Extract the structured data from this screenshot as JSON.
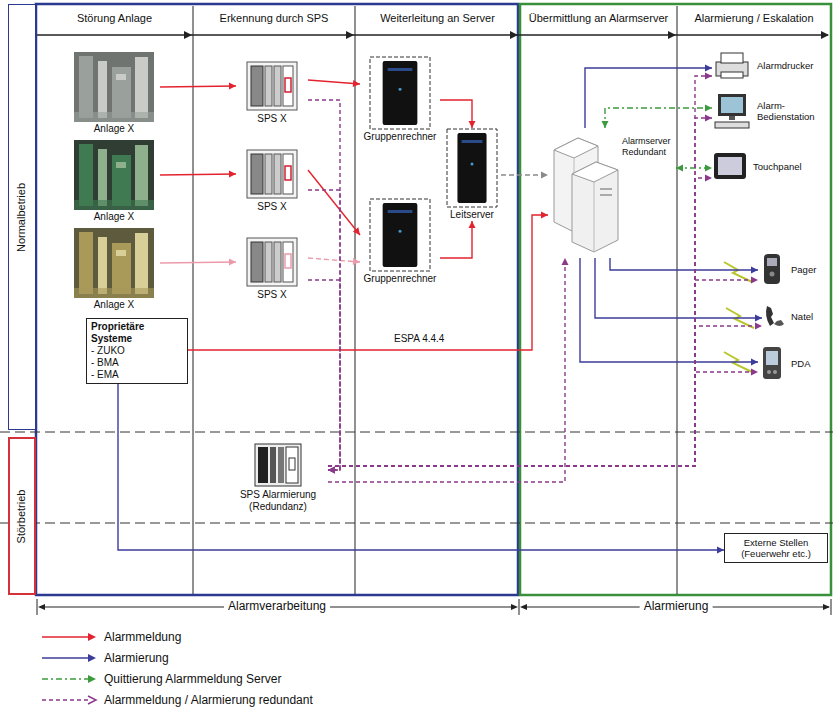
{
  "diagram": {
    "nodes": [
      {
        "text": [
          "Normalbetrieb"
        ]
      },
      {
        "text": [
          "Störbetrieb"
        ]
      },
      {
        "text": [
          "Anlage X"
        ]
      },
      {
        "text": [
          "Anlage X"
        ]
      },
      {
        "text": [
          "Anlage X"
        ]
      },
      {
        "text": [
          "SPS X"
        ]
      },
      {
        "text": [
          "SPS X"
        ]
      },
      {
        "text": [
          "SPS X"
        ]
      },
      {
        "text": [
          "Gruppenrechner"
        ]
      },
      {
        "text": [
          "Gruppenrechner"
        ]
      },
      {
        "text": [
          "Leitserver"
        ]
      },
      {
        "text": [
          "Proprietäre Systeme",
          "- ZUKO",
          "- BMA",
          "- EMA"
        ]
      },
      {
        "text": [
          "SPS Alarmierung (Redundanz)"
        ]
      },
      {
        "text": [
          "Alarmserver Redundant"
        ]
      },
      {
        "text": [
          "Alarmdrucker"
        ]
      },
      {
        "text": [
          "Alarm- Bedienstation"
        ]
      },
      {
        "text": [
          "Touchpanel"
        ]
      },
      {
        "text": [
          "Pager"
        ]
      },
      {
        "text": [
          "Natel"
        ]
      },
      {
        "text": [
          "PDA"
        ]
      },
      {
        "text": [
          "Externe Stellen (Feuerwehr etc.)"
        ]
      }
    ],
    "edges": [
      {
        "from": 2,
        "to": 5,
        "arrow": "to"
      },
      {
        "from": 3,
        "to": 6,
        "arrow": "to"
      },
      {
        "from": 4,
        "to": 7,
        "arrow": "to"
      },
      {
        "from": 5,
        "to": 8,
        "arrow": "to"
      },
      {
        "from": 6,
        "to": 9,
        "arrow": "to"
      },
      {
        "from": 7,
        "to": 9,
        "arrow": "to"
      },
      {
        "from": 8,
        "to": 10,
        "arrow": "to"
      },
      {
        "from": 9,
        "to": 10,
        "arrow": "to"
      },
      {
        "from": 10,
        "to": 13,
        "arrow": "to"
      },
      {
        "from": 11,
        "to": 13,
        "label": "ESPA 4.4.4",
        "arrow": "to"
      },
      {
        "from": 11,
        "to": 20,
        "arrow": "to"
      },
      {
        "from": 5,
        "to": 12,
        "arrow": "to"
      },
      {
        "from": 6,
        "to": 12,
        "arrow": "to"
      },
      {
        "from": 7,
        "to": 12,
        "arrow": "to"
      },
      {
        "from": 12,
        "to": 13,
        "arrow": "to"
      },
      {
        "from": 13,
        "to": 14,
        "arrow": "to"
      },
      {
        "from": 13,
        "to": 15,
        "arrow": "both"
      },
      {
        "from": 13,
        "to": 16,
        "arrow": "both"
      },
      {
        "from": 13,
        "to": 17,
        "arrow": "to"
      },
      {
        "from": 13,
        "to": 18,
        "arrow": "to"
      },
      {
        "from": 13,
        "to": 19,
        "arrow": "to"
      },
      {
        "from": 12,
        "to": 14,
        "arrow": "to"
      },
      {
        "from": 12,
        "to": 15,
        "arrow": "to"
      },
      {
        "from": 12,
        "to": 16,
        "arrow": "to"
      },
      {
        "from": 12,
        "to": 17,
        "arrow": "to"
      },
      {
        "from": 12,
        "to": 18,
        "arrow": "to"
      },
      {
        "from": 12,
        "to": 19,
        "arrow": "to"
      }
    ],
    "labels": [
      "Störung Anlage",
      "Erkennung durch SPS",
      "Weiterleitung an Server",
      "Übermittlung an Alarmserver",
      "Alarmierung / Eskalation",
      "Alarmverarbeitung",
      "Alarmierung"
    ],
    "legend": [
      {
        "text": "Alarmmeldung"
      },
      {
        "text": "Alarmierung"
      },
      {
        "text": "Quittierung Alarmmeldung Server"
      },
      {
        "text": "Alarmmeldung / Alarmierung redundant"
      }
    ]
  }
}
